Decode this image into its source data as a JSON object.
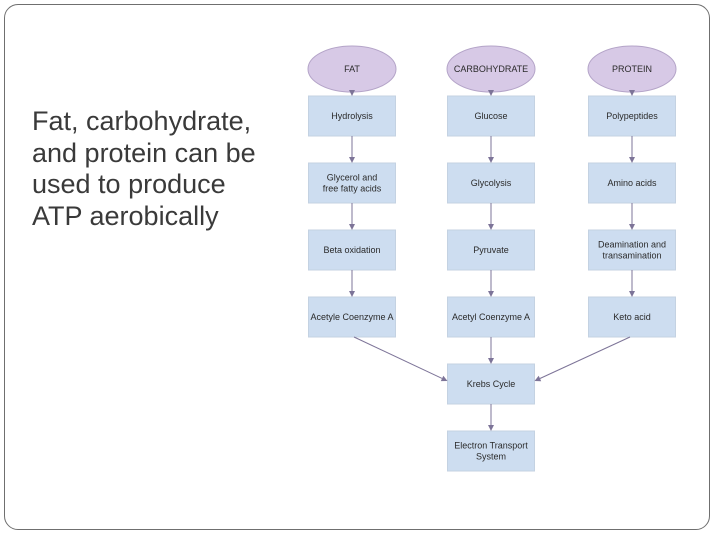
{
  "slide": {
    "caption_lines": [
      "Fat, carbohydrate,",
      "and protein can be",
      "used to produce",
      "ATP aerobically"
    ]
  },
  "diagram": {
    "columns": [
      {
        "header": "FAT",
        "steps": [
          [
            "Hydrolysis"
          ],
          [
            "Glycerol and",
            "free fatty acids"
          ],
          [
            "Beta oxidation"
          ],
          [
            "Acetyle Coenzyme A"
          ]
        ]
      },
      {
        "header": "CARBOHYDRATE",
        "steps": [
          [
            "Glucose"
          ],
          [
            "Glycolysis"
          ],
          [
            "Pyruvate"
          ],
          [
            "Acetyl Coenzyme A"
          ]
        ]
      },
      {
        "header": "PROTEIN",
        "steps": [
          [
            "Polypeptides"
          ],
          [
            "Amino acids"
          ],
          [
            "Deamination and",
            "transamination"
          ],
          [
            "Keto acid"
          ]
        ]
      }
    ],
    "shared_steps": [
      [
        "Krebs Cycle"
      ],
      [
        "Electron Transport",
        "System"
      ]
    ]
  }
}
